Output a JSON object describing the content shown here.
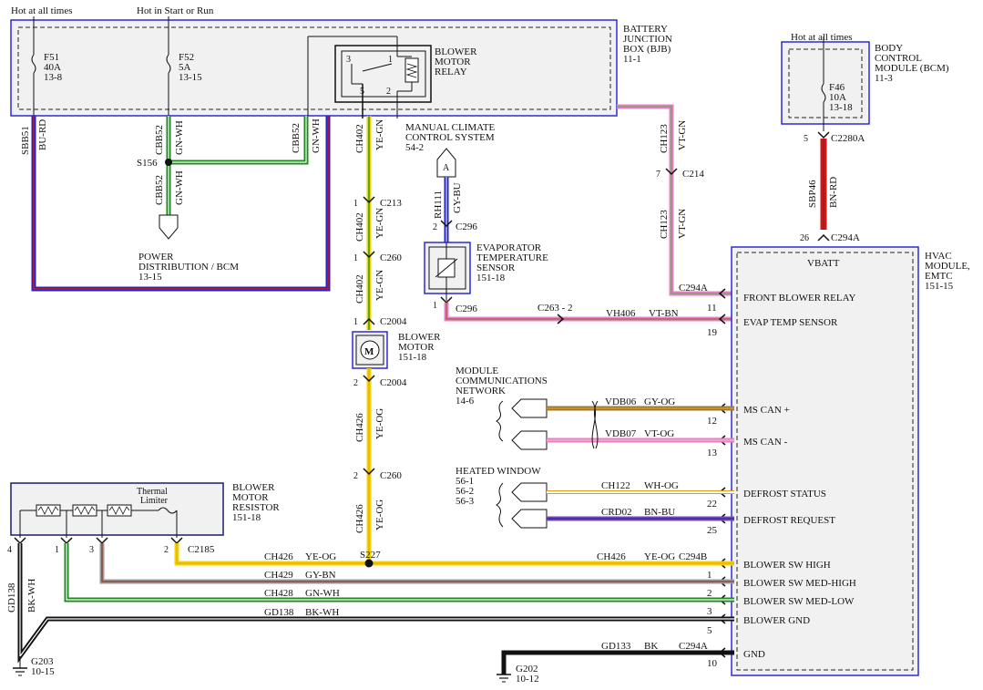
{
  "power_sources": {
    "hot_at_all_times_left": "Hot at all times",
    "hot_in_start_or_run": "Hot in Start or Run",
    "hot_at_all_times_right": "Hot at all times"
  },
  "bjb": {
    "title": [
      "BATTERY",
      "JUNCTION",
      "BOX (BJB)",
      "11-1"
    ],
    "fuse_f51": [
      "F51",
      "40A",
      "13-8"
    ],
    "fuse_f52": [
      "F52",
      "5A",
      "13-15"
    ],
    "relay_label": [
      "BLOWER",
      "MOTOR",
      "RELAY"
    ],
    "relay_pins": [
      "3",
      "1",
      "5",
      "2"
    ]
  },
  "bcm": {
    "title": [
      "BODY",
      "CONTROL",
      "MODULE (BCM)",
      "11-3"
    ],
    "fuse_f46": [
      "F46",
      "10A",
      "13-18"
    ],
    "pin": "5",
    "connector": "C2280A",
    "wire_circuit": "SBP46",
    "wire_color": "BN-RD"
  },
  "left_wires": {
    "sbb51": "SBB51",
    "bu_rd": "BU-RD",
    "cbb52_a": "CBB52",
    "gn_wh_a": "GN-WH",
    "cbb52_b": "CBB52",
    "gn_wh_b": "GN-WH",
    "cbb52_c": "CBB52",
    "gn_wh_c": "GN-WH",
    "splice": "S156",
    "power_distribution": [
      "POWER",
      "DISTRIBUTION / BCM",
      "13-15"
    ]
  },
  "blower_circuit": {
    "ch402": "CH402",
    "ye_gn": "YE-GN",
    "c213": "C213",
    "c260": "C260",
    "c2004": "C2004",
    "pin1": "1",
    "pin2": "2",
    "motor_label": [
      "BLOWER",
      "MOTOR",
      "151-18"
    ],
    "motor_symbol": "M",
    "ch426": "CH426",
    "ye_og": "YE-OG",
    "splice_s227": "S227"
  },
  "manual_climate": {
    "title": [
      "MANUAL CLIMATE",
      "CONTROL SYSTEM",
      "54-2"
    ],
    "connector_ref": "A",
    "wire_circuit": "RH111",
    "wire_color": "GY-BU",
    "c296": "C296",
    "pin2": "2",
    "pin1": "1",
    "sensor_label": [
      "EVAPORATOR",
      "TEMPERATURE",
      "SENSOR",
      "151-18"
    ]
  },
  "relay_feed": {
    "ch123": "CH123",
    "vt_gn": "VT-GN",
    "pin7": "7",
    "c214": "C214",
    "c294a": "C294A",
    "pin11": "11"
  },
  "evap_wire": {
    "c263": "C263 - 2",
    "circuit": "VH406",
    "color": "VT-BN",
    "pin": "19"
  },
  "network": {
    "title": [
      "MODULE",
      "COMMUNICATIONS",
      "NETWORK",
      "14-6"
    ],
    "vdb06": "VDB06",
    "gy_og": "GY-OG",
    "pin12": "12",
    "vdb07": "VDB07",
    "vt_og": "VT-OG",
    "pin13": "13"
  },
  "heated_window": {
    "title": [
      "HEATED WINDOW",
      "56-1",
      "56-2",
      "56-3"
    ],
    "ch122": "CH122",
    "wh_og": "WH-OG",
    "pin22": "22",
    "crd02": "CRD02",
    "bn_bu": "BN-BU",
    "pin25": "25"
  },
  "hvac": {
    "title": [
      "HVAC",
      "MODULE,",
      "EMTC",
      "151-15"
    ],
    "vbatt": "VBATT",
    "pin26": "26",
    "c294a": "C294A",
    "pins": [
      "FRONT BLOWER RELAY",
      "EVAP TEMP SENSOR",
      "MS CAN +",
      "MS CAN -",
      "DEFROST STATUS",
      "DEFROST REQUEST",
      "BLOWER SW HIGH",
      "BLOWER SW MED-HIGH",
      "BLOWER SW MED-LOW",
      "BLOWER GND",
      "GND"
    ]
  },
  "resistor": {
    "title": [
      "BLOWER",
      "MOTOR",
      "RESISTOR",
      "151-18"
    ],
    "thermal_limiter": [
      "Thermal",
      "Limiter"
    ],
    "pins": [
      "4",
      "1",
      "3",
      "2"
    ],
    "c2185": "C2185"
  },
  "bottom_wires": {
    "ch426": "CH426",
    "ye_og": "YE-OG",
    "ch426_r": "CH426",
    "ye_og_r": "YE-OG",
    "c294b": "C294B",
    "pin1": "1",
    "ch429": "CH429",
    "gy_bn": "GY-BN",
    "pin2": "2",
    "ch428": "CH428",
    "gn_wh": "GN-WH",
    "pin3": "3",
    "pin4": "4",
    "gd138": "GD138",
    "bk_wh": "BK-WH",
    "pin5": "5",
    "gd138_v": "GD138",
    "bk_wh_v": "BK-WH",
    "g203": "G203",
    "g203_ref": "10-15",
    "gd133": "GD133",
    "bk": "BK",
    "c294a": "C294A",
    "pin10": "10",
    "g202": "G202",
    "g202_ref": "10-12"
  },
  "colors": {
    "box_border": "#2b2bd6",
    "box_fill": "#f1f1f1",
    "blue": "#2323c8",
    "red": "#d01818",
    "green": "#1f8a1f",
    "yellow": "#f2d400",
    "pink": "#e87fc0",
    "violet": "#7b4aa6",
    "brown": "#8b5a2b"
  }
}
